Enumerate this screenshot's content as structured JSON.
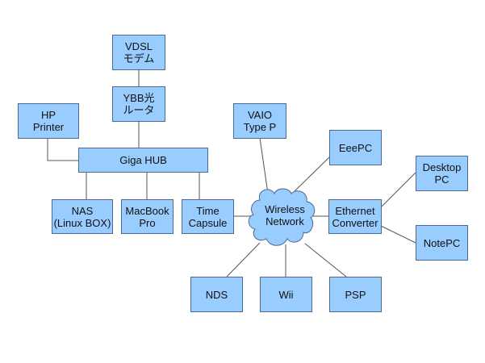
{
  "nodes": {
    "vdsl": "VDSL\nモデム",
    "ybb": "YBB光\nルータ",
    "hp": "HP\nPrinter",
    "hub": "Giga HUB",
    "nas": "NAS\n(Linux BOX)",
    "macbook": "MacBook\nPro",
    "timecapsule": "Time\nCapsule",
    "vaio": "VAIO\nType P",
    "eeepc": "EeePC",
    "wireless": "Wireless\nNetwork",
    "ethernet": "Ethernet\nConverter",
    "desktop": "Desktop\nPC",
    "notepc": "NotePC",
    "nds": "NDS",
    "wii": "Wii",
    "psp": "PSP"
  },
  "colors": {
    "fill": "#99ccff",
    "border": "#4a6a8f",
    "line": "#555555"
  }
}
